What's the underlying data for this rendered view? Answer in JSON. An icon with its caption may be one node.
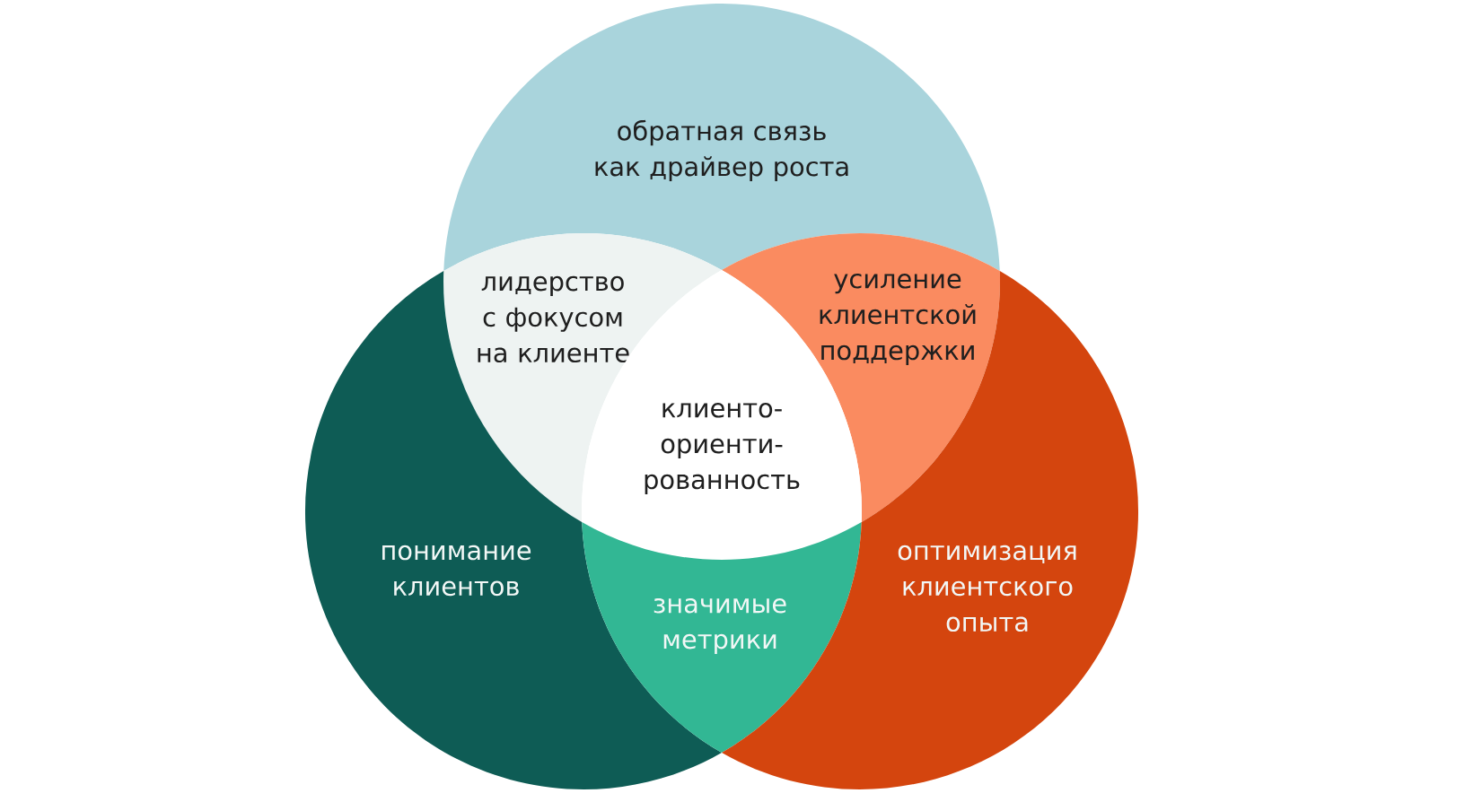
{
  "diagram": {
    "nodes": [
      {
        "text": [
          "обратная связь как драйвер роста"
        ]
      },
      {
        "text": [
          "лидерство с фокусом на клиенте"
        ]
      },
      {
        "text": [
          "усиление клиентской поддержки"
        ]
      },
      {
        "text": [
          "клиенто- ориенти- рованность"
        ]
      },
      {
        "text": [
          "понимание клиентов"
        ]
      },
      {
        "text": [
          "значимые метрики"
        ]
      },
      {
        "text": [
          "оптимизация клиентского опыта"
        ]
      }
    ]
  }
}
